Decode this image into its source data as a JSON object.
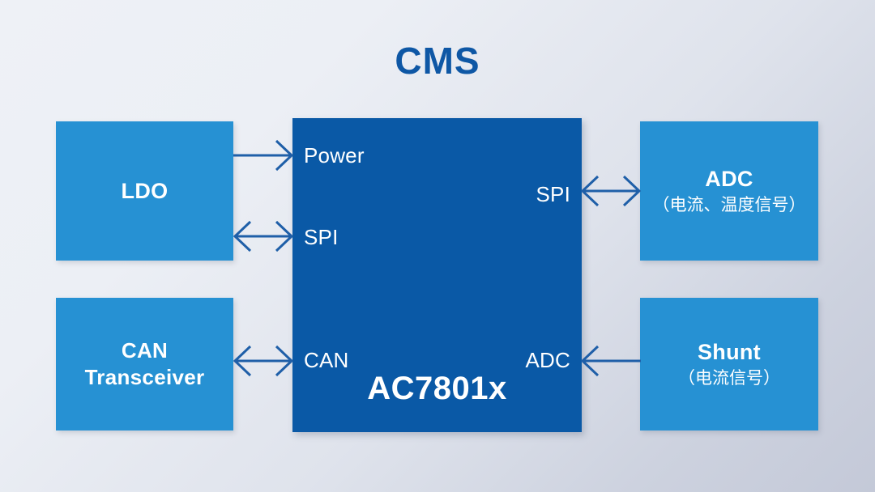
{
  "title": "CMS",
  "colors": {
    "background_top_left": "#EEF1F6",
    "background_bottom_right": "#C4C9D8",
    "title_blue": "#0E57A5",
    "mcu_blue": "#0A59A6",
    "peripheral_blue": "#2691D3",
    "arrow_blue": "#1F5FA8",
    "node_text": "#FFFFFF"
  },
  "mcu": {
    "name": "AC7801x",
    "pins": {
      "power": "Power",
      "spi_left": "SPI",
      "can": "CAN",
      "spi_right": "SPI",
      "adc_right": "ADC"
    }
  },
  "peripherals": [
    {
      "id": "ldo",
      "title": "LDO",
      "subtitle": "",
      "side": "left"
    },
    {
      "id": "can-transceiver",
      "title_line1": "CAN",
      "title_line2": "Transceiver",
      "subtitle": "",
      "side": "left"
    },
    {
      "id": "adc",
      "title": "ADC",
      "subtitle": "（电流、温度信号）",
      "side": "right"
    },
    {
      "id": "shunt",
      "title": "Shunt",
      "subtitle": "（电流信号）",
      "side": "right"
    }
  ],
  "connectors": [
    {
      "id": "ldo-to-power",
      "from": "LDO",
      "to": "Power",
      "direction": "right",
      "arrowheads": 1
    },
    {
      "id": "ldo-to-spi",
      "from": "LDO",
      "to": "SPI",
      "direction": "both",
      "arrowheads": 2
    },
    {
      "id": "can-transceiver-to-can",
      "from": "CAN Transceiver",
      "to": "CAN",
      "direction": "both",
      "arrowheads": 2
    },
    {
      "id": "spi-to-adc",
      "from": "SPI",
      "to": "ADC",
      "direction": "both",
      "arrowheads": 2
    },
    {
      "id": "shunt-to-adc",
      "from": "Shunt",
      "to": "ADC",
      "direction": "left",
      "arrowheads": 1
    }
  ]
}
